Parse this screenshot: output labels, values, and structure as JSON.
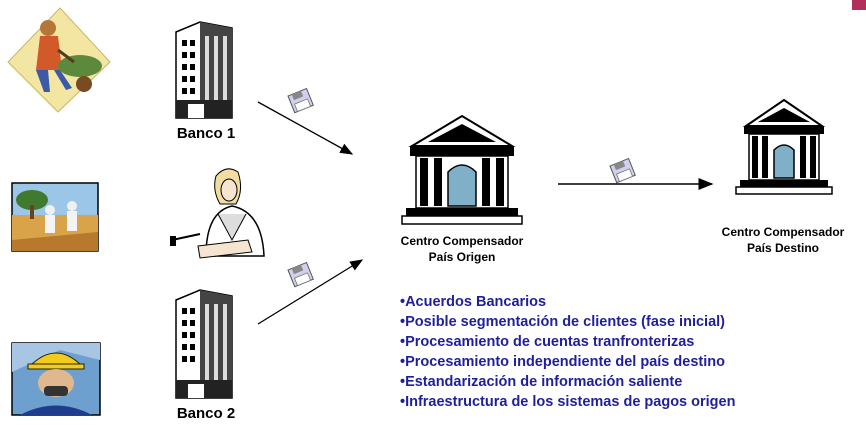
{
  "nodes": {
    "bank1": "Banco 1",
    "bank2": "Banco 2",
    "origin_center": [
      "Centro Compensador",
      "País Origen"
    ],
    "dest_center": [
      "Centro Compensador",
      "País Destino"
    ]
  },
  "bullets": [
    "•Acuerdos Bancarios",
    "•Posible segmentación de clientes (fase inicial)",
    "•Procesamiento de cuentas tranfronterizas",
    "•Procesamiento independiente del país destino",
    "•Estandarización de información saliente",
    "•Infraestructura de los sistemas de pagos origen"
  ],
  "colors": {
    "bullet_text": "#1f1f9c",
    "corner_mark": "#b0305a"
  }
}
